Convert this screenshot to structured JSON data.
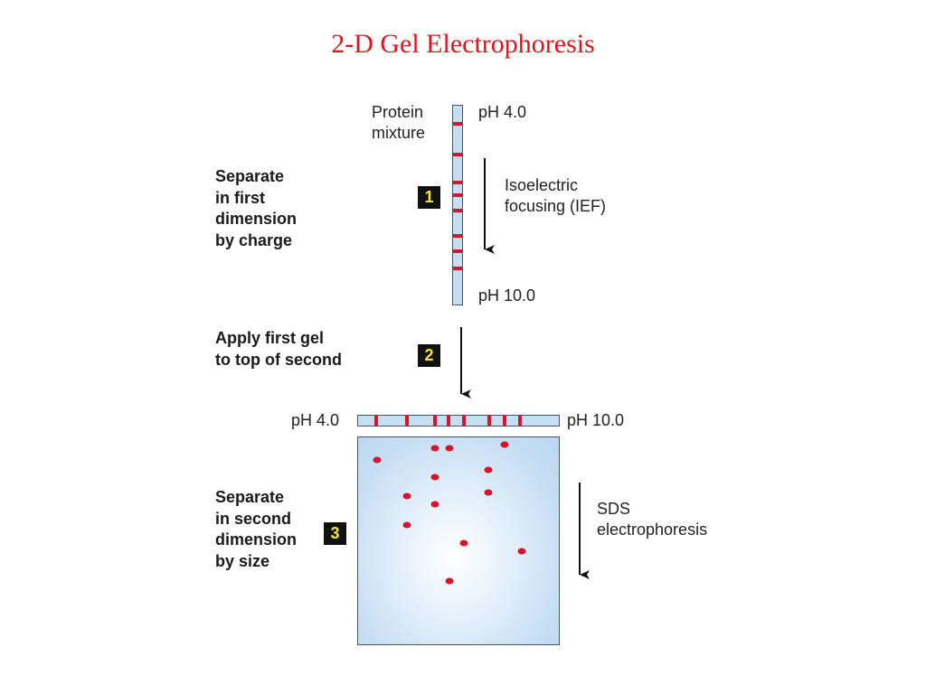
{
  "title": "2-D Gel Electrophoresis",
  "strip1": {
    "left_label": "Protein\nmixture",
    "top_label": "pH 4.0",
    "bottom_label": "pH 10.0",
    "arrow_label": "Isoelectric\nfocusing (IEF)"
  },
  "steps": [
    {
      "number": "1",
      "text": "Separate\nin first\ndimension\nby charge"
    },
    {
      "number": "2",
      "text": "Apply first gel\nto top of second"
    },
    {
      "number": "3",
      "text": "Separate\nin second\ndimension\nby size"
    }
  ],
  "strip2": {
    "left_label": "pH 4.0",
    "right_label": "pH 10.0"
  },
  "gel2": {
    "arrow_label": "SDS\nelectrophoresis"
  },
  "colors": {
    "title": "#e0141e",
    "band": "#d8142a",
    "gel_fill": "#c4def3",
    "badge_bg": "#111111",
    "badge_text": "#f2e82a"
  }
}
